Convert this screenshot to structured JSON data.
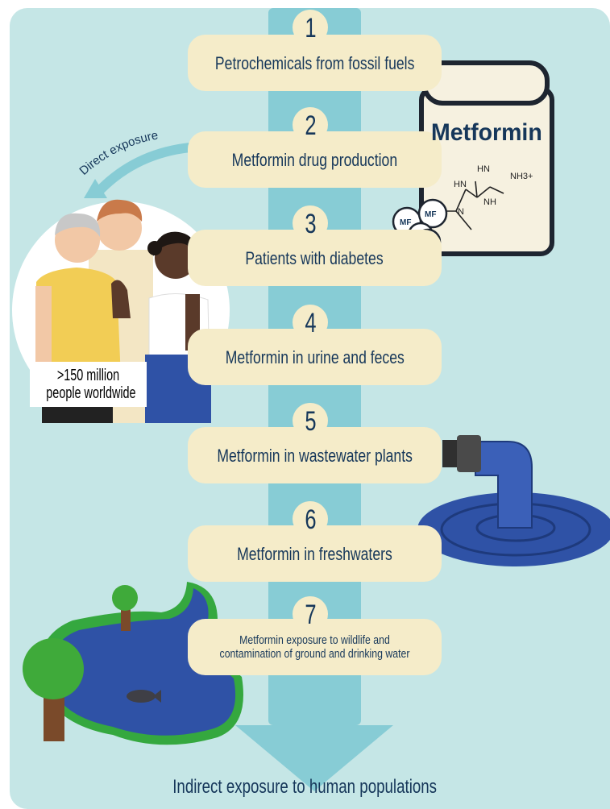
{
  "steps": [
    {
      "number": "1",
      "text": "Petrochemicals from fossil fuels"
    },
    {
      "number": "2",
      "text": "Metformin drug production"
    },
    {
      "number": "3",
      "text": "Patients with diabetes"
    },
    {
      "number": "4",
      "text": "Metformin in urine and feces"
    },
    {
      "number": "5",
      "text": "Metformin in wastewater plants"
    },
    {
      "number": "6",
      "text": "Metformin in freshwaters"
    },
    {
      "number": "7",
      "text": "Metformin exposure to wildlife and contamination of ground and drinking water"
    }
  ],
  "direct_exposure": "Direct exposure",
  "people_label": {
    "line1": ">150 million",
    "line2": "people worldwide"
  },
  "jar_label": "Metformin",
  "pill_label": "MF",
  "molecule": {
    "hn_top": "HN",
    "hn_left": "HN",
    "nh3": "NH3+",
    "nh": "NH",
    "n": "N"
  },
  "indirect_exposure": "Indirect exposure to human populations",
  "colors": {
    "background": "#c5e6e6",
    "arrow": "#87ccd5",
    "box": "#f5ecc9",
    "text": "#16375a",
    "water": "#2f52a6"
  }
}
